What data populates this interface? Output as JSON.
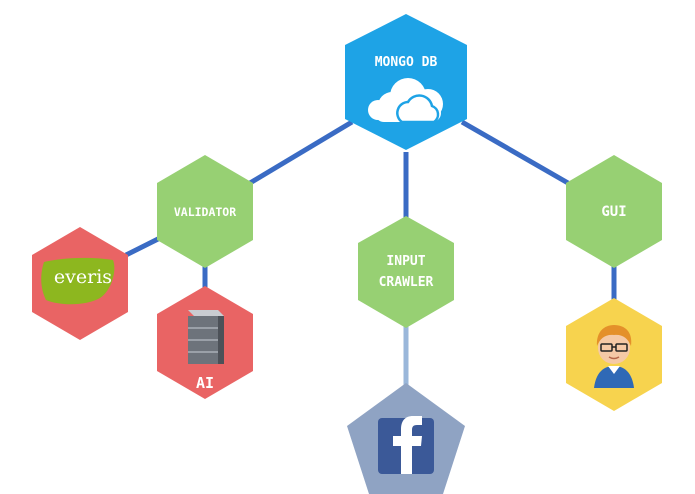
{
  "nodes": {
    "mongodb": {
      "label": "MONGO DB",
      "icon": "cloud-icon"
    },
    "validator": {
      "label": "VALIDATOR"
    },
    "input_crawler": {
      "label_line1": "INPUT",
      "label_line2": "CRAWLER"
    },
    "gui": {
      "label": "GUI"
    },
    "everis": {
      "label": "everis",
      "icon": "everis-logo"
    },
    "ai": {
      "label": "AI",
      "icon": "server-icon"
    },
    "facebook": {
      "icon": "facebook-icon"
    },
    "user": {
      "icon": "user-avatar-icon"
    }
  },
  "colors": {
    "mongodb": "#1ea3e6",
    "green": "#97d073",
    "red": "#e96464",
    "yellow": "#f7d34e",
    "facebook_bg": "#8fa3c3",
    "facebook_blue": "#3b5998",
    "connector": "#3a6bc4",
    "connector_light": "#9ab7da",
    "everis_green": "#8db71f"
  }
}
